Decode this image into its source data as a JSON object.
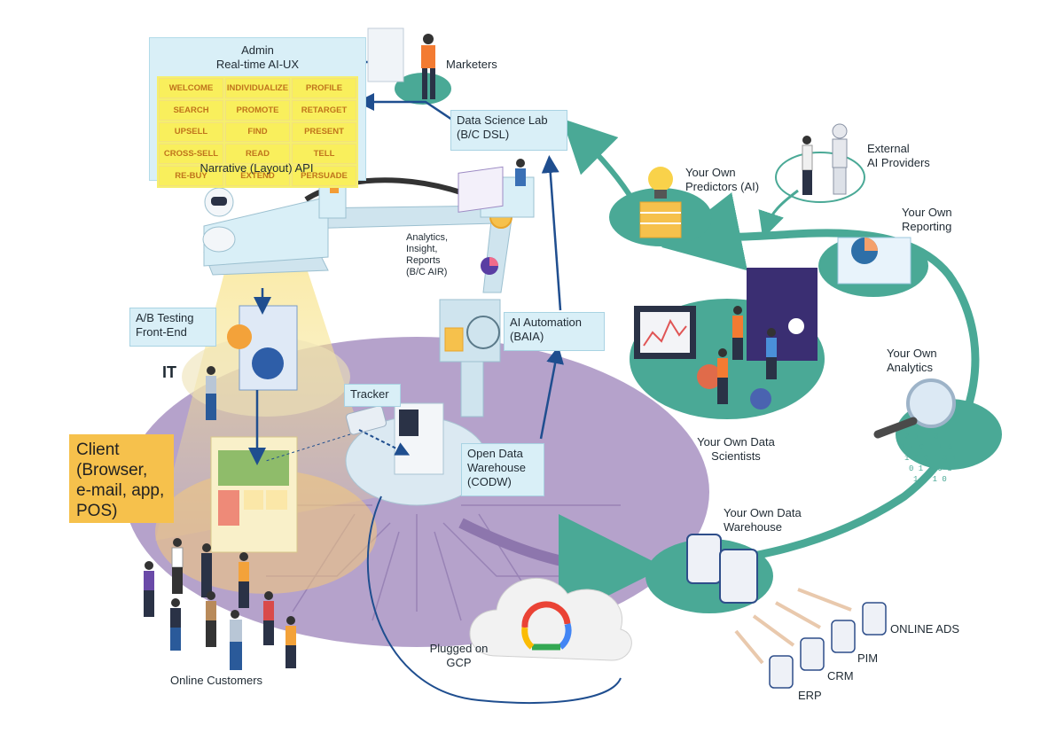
{
  "admin": {
    "title_line1": "Admin",
    "title_line2": "Real-time AI-UX",
    "grid": [
      "WELCOME",
      "INDIVIDUALIZE",
      "PROFILE",
      "SEARCH",
      "PROMOTE",
      "RETARGET",
      "UPSELL",
      "FIND",
      "PRESENT",
      "CROSS-SELL",
      "READ",
      "TELL",
      "RE-BUY",
      "EXTEND",
      "PERSUADE"
    ],
    "footer": "Narrative (Layout) API"
  },
  "labels": {
    "marketers": "Marketers",
    "dsl": [
      "Data Science Lab",
      "(B/C DSL)"
    ],
    "analytics": [
      "Analytics,",
      "Insight,",
      "Reports",
      "(B/C AIR)"
    ],
    "ai_automation": [
      "AI Automation",
      "(BAIA)"
    ],
    "ab_testing": [
      "A/B Testing",
      "Front-End"
    ],
    "it": "IT",
    "tracker": "Tracker",
    "codw": [
      "Open Data",
      "Warehouse",
      "(CODW)"
    ],
    "client": [
      "Client",
      "(Browser,",
      "e-mail, app,",
      "POS)"
    ],
    "online_customers": "Online Customers",
    "gcp": [
      "Plugged on",
      "GCP"
    ],
    "predictors": [
      "Your Own",
      "Predictors (AI)"
    ],
    "external_ai": [
      "External",
      "AI Providers"
    ],
    "reporting": [
      "Your Own",
      "Reporting"
    ],
    "analytics_own": [
      "Your Own",
      "Analytics"
    ],
    "data_scientists": [
      "Your Own Data",
      "Scientists"
    ],
    "own_dw": [
      "Your Own Data",
      "Warehouse"
    ],
    "online_ads": "ONLINE ADS",
    "pim": "PIM",
    "crm": "CRM",
    "erp": "ERP"
  },
  "colors": {
    "teal": "#4aa996",
    "purple": "#a892c2",
    "light_blue": "#d9eff7",
    "yellow": "#f6c14c",
    "arrow_blue": "#1f4e8f"
  }
}
